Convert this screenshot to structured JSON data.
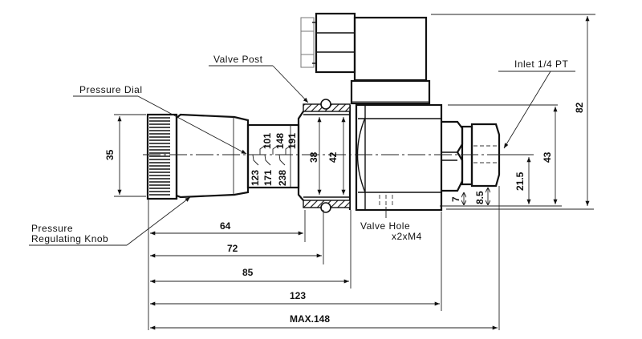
{
  "diagram": {
    "labels": {
      "valve_post": "Valve Post",
      "pressure_dial": "Pressure Dial",
      "inlet": "Inlet 1/4 PT",
      "knob_line1": "Pressure",
      "knob_line2": "Regulating Knob",
      "valve_hole_line1": "Valve Hole",
      "valve_hole_line2": "x2xM4"
    },
    "dial_scale": {
      "upper": [
        "101",
        "148",
        "191"
      ],
      "lower": [
        "123",
        "171",
        "238"
      ]
    },
    "dimensions": {
      "knob_diameter": "35",
      "post_inner": "38",
      "post_outer": "42",
      "total_height": "82",
      "body_height": "43",
      "center_height": "21.5",
      "offset_small": "7",
      "offset_inlet": "8.5",
      "len_64": "64",
      "len_72": "72",
      "len_85": "85",
      "len_123": "123",
      "len_max": "MAX.148"
    }
  }
}
